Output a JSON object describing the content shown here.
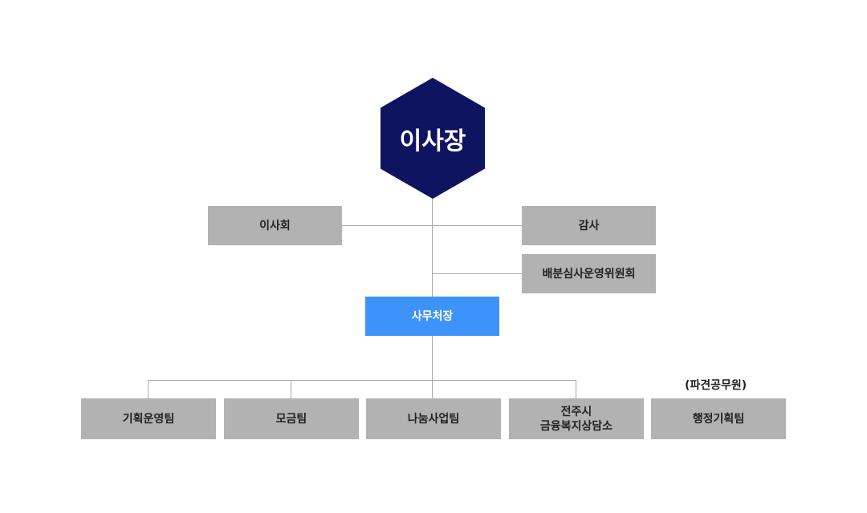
{
  "colors": {
    "hexagon": "#0f1461",
    "box_gray": "#b2b2b2",
    "box_blue": "#3e93fb",
    "connector": "#a9a9a9"
  },
  "top": {
    "label": "이사장"
  },
  "side": {
    "board_label": "이사회",
    "audit_label": "감사",
    "committee_label": "배분심사운영위원회"
  },
  "secretariat": {
    "label": "사무처장"
  },
  "teams": [
    {
      "label": "기획운영팀"
    },
    {
      "label": "모금팀"
    },
    {
      "label": "나눔사업팀"
    },
    {
      "label_line1": "전주시",
      "label_line2": "금융복지상담소"
    },
    {
      "label": "행정기획팀"
    }
  ],
  "dispatch_note": "(파견공무원)"
}
